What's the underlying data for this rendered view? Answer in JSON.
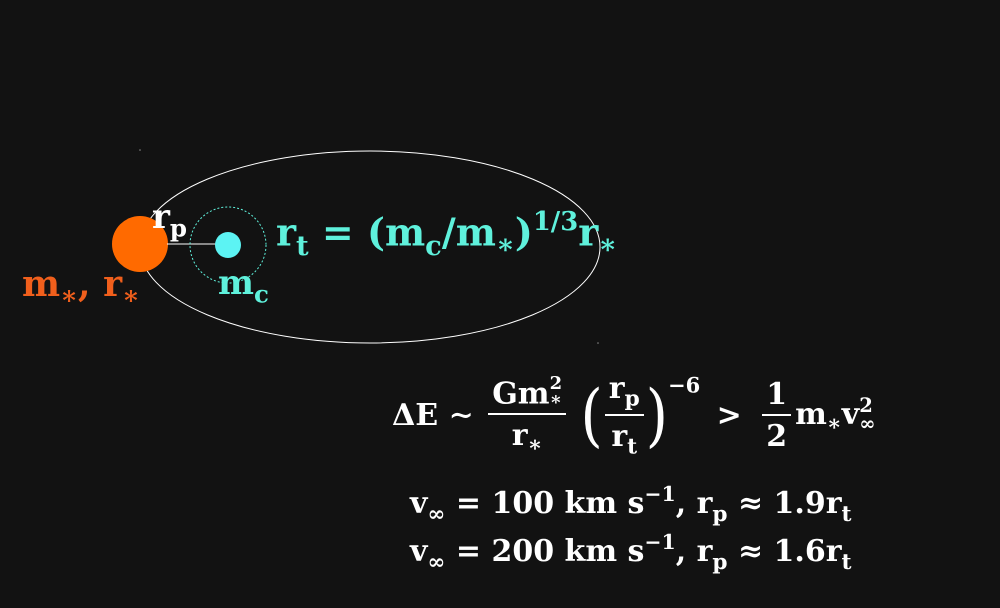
{
  "colors": {
    "background": "#121212",
    "star": "#ff6a00",
    "companion": "#5cf3f3",
    "tidal_radius": "#5ff1dc",
    "orbit": "#ffffff",
    "star_label": "#f05f1c"
  },
  "labels": {
    "rp": "r",
    "rp_sub": "p",
    "mc": "m",
    "mc_sub": "c",
    "star_m": "m",
    "star_sep": ", r",
    "star_asterisk": "∗"
  },
  "tidal_formula": {
    "lhs": "r",
    "lhs_sub": "t",
    "eq": " = (m",
    "c_sub": "c",
    "mid": "/m",
    "star_sub": "∗",
    "close": ")",
    "exp": "1/3",
    "tail": "r",
    "tail_sub": "∗"
  },
  "energy_formula": {
    "lhs": "ΔE ∼",
    "num": "Gm",
    "num_sup": "2",
    "num_sub": "∗",
    "den": "r",
    "den_sub": "∗",
    "inner_num": "r",
    "inner_num_sub": "p",
    "inner_den": "r",
    "inner_den_sub": "t",
    "exp": "−6",
    "gt": ">",
    "half_num": "1",
    "half_den": "2",
    "rhs": "m",
    "rhs_sub": "∗",
    "v": "v",
    "v_sup": "2",
    "v_sub": "∞"
  },
  "conditions": [
    {
      "v": "v",
      "v_sub": "∞",
      "eq": " = 100 km s",
      "exp": "−1",
      "rp": ", r",
      "rp_sub": "p",
      "approx": " ≈ 1.9r",
      "rt_sub": "t"
    },
    {
      "v": "v",
      "v_sub": "∞",
      "eq": " = 200 km s",
      "exp": "−1",
      "rp": ", r",
      "rp_sub": "p",
      "approx": " ≈ 1.6r",
      "rt_sub": "t"
    }
  ]
}
